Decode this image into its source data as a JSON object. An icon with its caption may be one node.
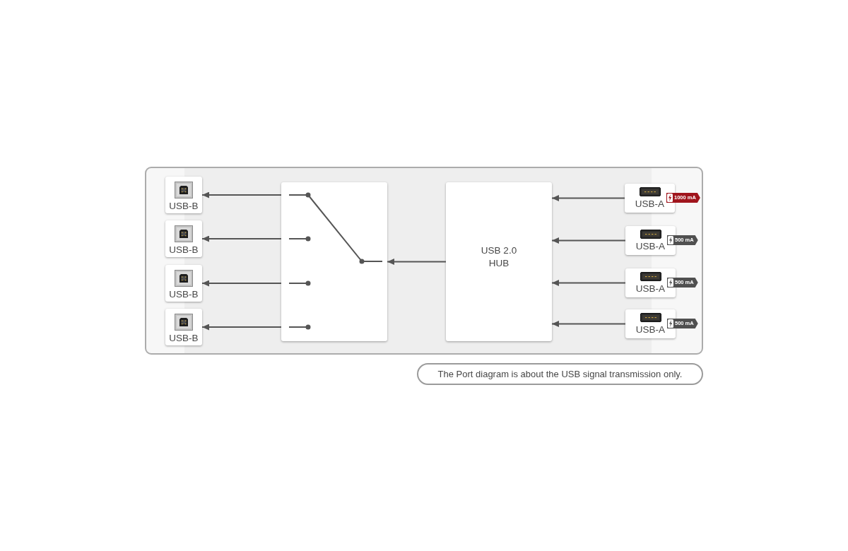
{
  "diagram": {
    "nodes": [
      {
        "text": [],
        "shape": "box"
      },
      {
        "text": [
          "USB-B"
        ],
        "in": 0
      },
      {
        "text": [
          "USB-B"
        ],
        "in": 0
      },
      {
        "text": [
          "USB-B"
        ],
        "in": 0
      },
      {
        "text": [
          "USB-B"
        ],
        "in": 0
      },
      {
        "text": [],
        "shape": "box",
        "in": 0
      },
      {
        "text": [
          "USB 2.0 HUB"
        ],
        "in": 0
      },
      {
        "text": [
          "USB-A"
        ],
        "in": 0,
        "beside": [
          "1000 mA"
        ]
      },
      {
        "text": [
          "USB-A"
        ],
        "in": 0,
        "beside": [
          "500 mA"
        ]
      },
      {
        "text": [
          "USB-A"
        ],
        "in": 0,
        "beside": [
          "500 mA"
        ]
      },
      {
        "text": [
          "USB-A"
        ],
        "in": 0,
        "beside": [
          "500 mA"
        ]
      },
      {
        "text": [
          "The Port diagram is about the USB signal transmission only."
        ]
      }
    ],
    "edges": [
      {
        "from": 5,
        "to": 1,
        "arrow": "to"
      },
      {
        "from": 5,
        "to": 2,
        "arrow": "to"
      },
      {
        "from": 5,
        "to": 3,
        "arrow": "to"
      },
      {
        "from": 5,
        "to": 4,
        "arrow": "to"
      },
      {
        "from": 6,
        "to": 5,
        "arrow": "to"
      },
      {
        "from": 7,
        "to": 6,
        "arrow": "to"
      },
      {
        "from": 8,
        "to": 6,
        "arrow": "to"
      },
      {
        "from": 9,
        "to": 6,
        "arrow": "to"
      },
      {
        "from": 10,
        "to": 6,
        "arrow": "to"
      }
    ]
  }
}
